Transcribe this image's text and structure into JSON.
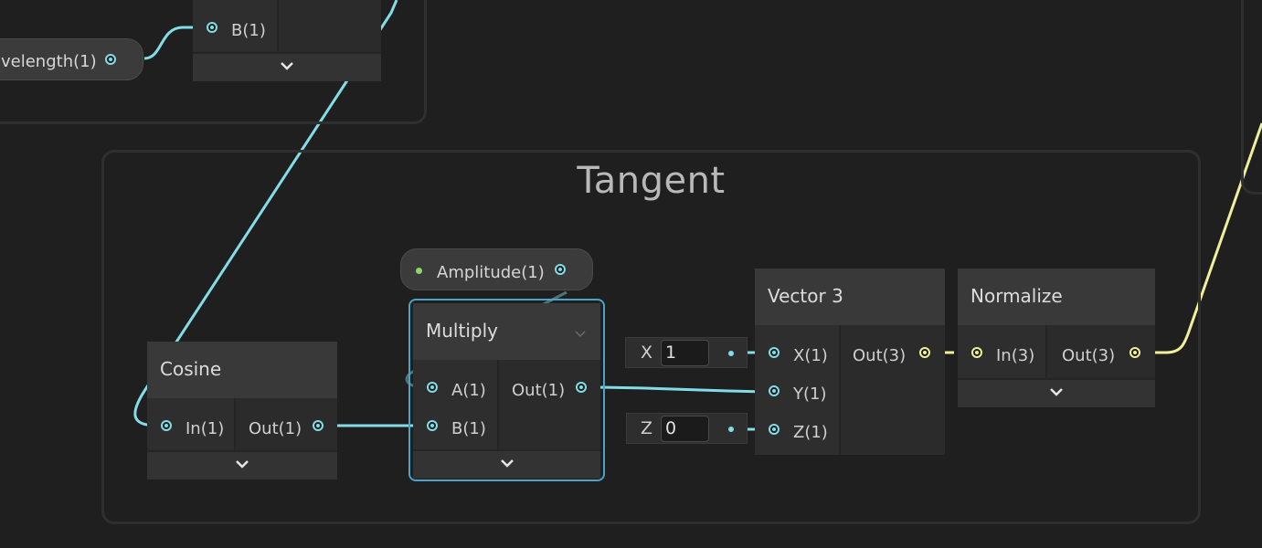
{
  "groups": {
    "tangent": {
      "title": "Tangent"
    }
  },
  "pills": {
    "wavelength": {
      "label": "velength(1)"
    },
    "amplitude": {
      "label": "Amplitude(1)"
    }
  },
  "nodes": {
    "top_partial": {
      "input_b": "B(1)"
    },
    "cosine": {
      "title": "Cosine",
      "input": "In(1)",
      "output": "Out(1)"
    },
    "multiply": {
      "title": "Multiply",
      "input_a": "A(1)",
      "input_b": "B(1)",
      "output": "Out(1)"
    },
    "vector3": {
      "title": "Vector 3",
      "input_x": "X(1)",
      "input_y": "Y(1)",
      "input_z": "Z(1)",
      "output": "Out(3)"
    },
    "normalize": {
      "title": "Normalize",
      "input": "In(3)",
      "output": "Out(3)"
    }
  },
  "fields": {
    "x": {
      "label": "X",
      "value": "1"
    },
    "z": {
      "label": "Z",
      "value": "0"
    }
  },
  "colors": {
    "wire_float": "#84dce6",
    "wire_vector3": "#f0f09a",
    "selection": "#4ba3c7"
  }
}
